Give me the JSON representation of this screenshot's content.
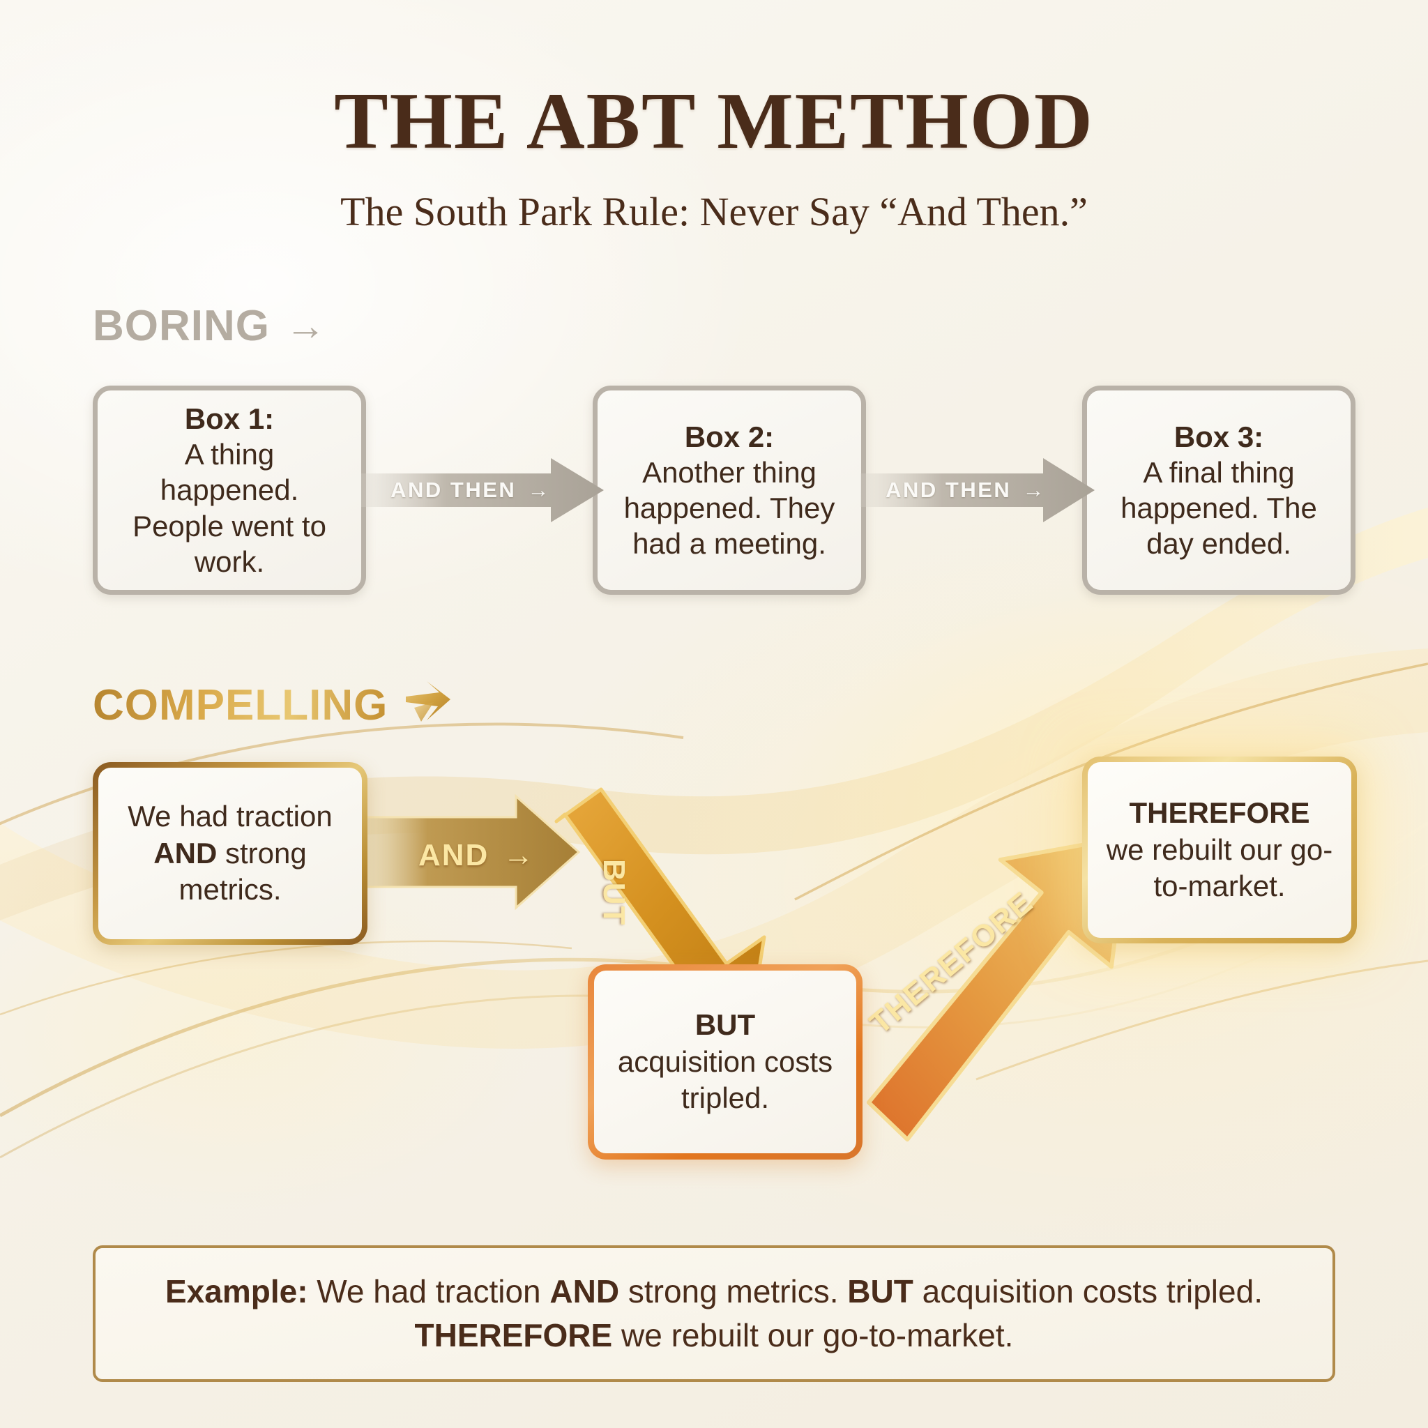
{
  "header": {
    "title": "THE ABT METHOD",
    "subtitle": "The South Park Rule: Never Say “And Then.”"
  },
  "boring_section": {
    "label": "BORING",
    "label_arrow": "→",
    "boxes": [
      {
        "heading": "Box 1:",
        "body": "A thing happened. People went to work."
      },
      {
        "heading": "Box 2:",
        "body": "Another thing happened. They had a meeting."
      },
      {
        "heading": "Box 3:",
        "body": "A final thing happened. The day ended."
      }
    ],
    "connectors": [
      {
        "label": "AND THEN",
        "arrow": "→"
      },
      {
        "label": "AND THEN",
        "arrow": "→"
      }
    ]
  },
  "compelling_section": {
    "label": "COMPELLING",
    "label_arrow": "➤",
    "boxes": [
      {
        "heading": "",
        "lead": "We had traction ",
        "keyword": "AND",
        "tail": " strong metrics."
      },
      {
        "heading": "BUT",
        "body": "acquisition costs tripled."
      },
      {
        "heading": "THEREFORE",
        "body": "we rebuilt our go-to-market."
      }
    ],
    "connectors": [
      {
        "label": "AND",
        "arrow": "→"
      },
      {
        "label": "BUT",
        "arrow": ""
      },
      {
        "label": "THEREFORE",
        "arrow": ""
      }
    ]
  },
  "example": {
    "label": "Example:",
    "line1_a": " We had traction ",
    "line1_kw1": "AND",
    "line1_b": " strong metrics. ",
    "line1_kw2": "BUT",
    "line1_c": " acquisition costs tripled.",
    "line2_kw": "THEREFORE",
    "line2_b": " we rebuilt our go-to-market."
  },
  "colors": {
    "background": "#f7f4ec",
    "title_brown": "#4a2c1a",
    "boring_gray": "#b4aca1",
    "gold": "#c79436",
    "deep_gold": "#8a5a20",
    "orange": "#e2761f",
    "box_fill": "#faf8f2"
  }
}
